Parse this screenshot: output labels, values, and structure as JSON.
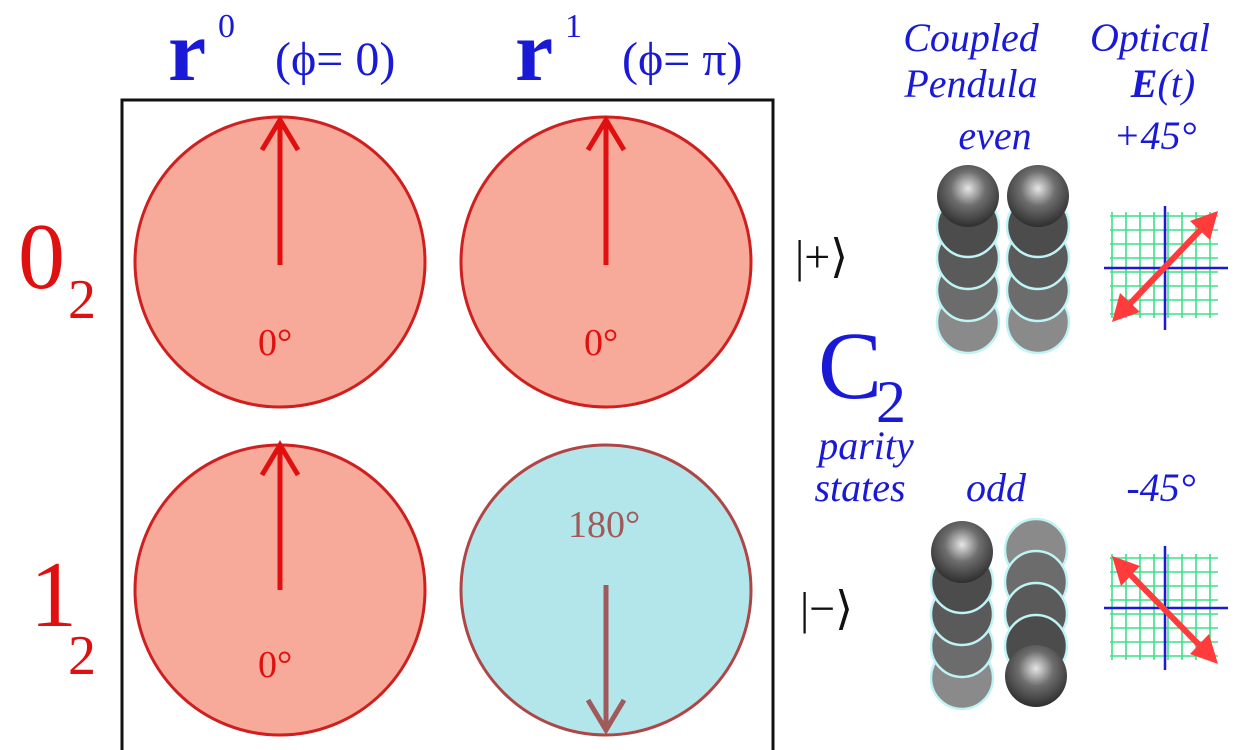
{
  "header": {
    "col0": {
      "bold": "r",
      "sup": "0",
      "phase": "(ϕ= 0)"
    },
    "col1": {
      "bold": "r",
      "sup": "1",
      "phase": "(ϕ= π)"
    }
  },
  "rows": [
    {
      "main": "0",
      "sub": "2"
    },
    {
      "main": "1",
      "sub": "2"
    }
  ],
  "cells": [
    {
      "label": "0°",
      "state": "up"
    },
    {
      "label": "0°",
      "state": "up"
    },
    {
      "label": "0°",
      "state": "up"
    },
    {
      "label": "180°",
      "state": "down"
    }
  ],
  "kets": {
    "plus": "|+⟩",
    "minus": "|−⟩"
  },
  "group": {
    "main": "C",
    "sub": "2"
  },
  "parity": {
    "line1": "parity",
    "line2": "states"
  },
  "pendula": {
    "title1": "Coupled",
    "title2": "Pendula",
    "even": "even",
    "odd": "odd"
  },
  "optical": {
    "title1": "Optical",
    "title2_bold": "E",
    "title2_rest": "(t)",
    "plus_angle": "+45°",
    "minus_angle": "-45°"
  },
  "colors": {
    "blue_text": "#1a1ad6",
    "red_text": "#e01010",
    "disc_red_fill": "#f7a99a",
    "disc_red_stroke": "#cf1f1f",
    "disc_cyan_fill": "#b3e6ea",
    "disc_cyan_stroke": "#b04545",
    "arrow_up": "#e01010",
    "arrow_down": "#a05a5a",
    "grid_green": "#3be08a",
    "axis_blue": "#1a1ad6",
    "field_arrow": "#ff3b3b"
  }
}
